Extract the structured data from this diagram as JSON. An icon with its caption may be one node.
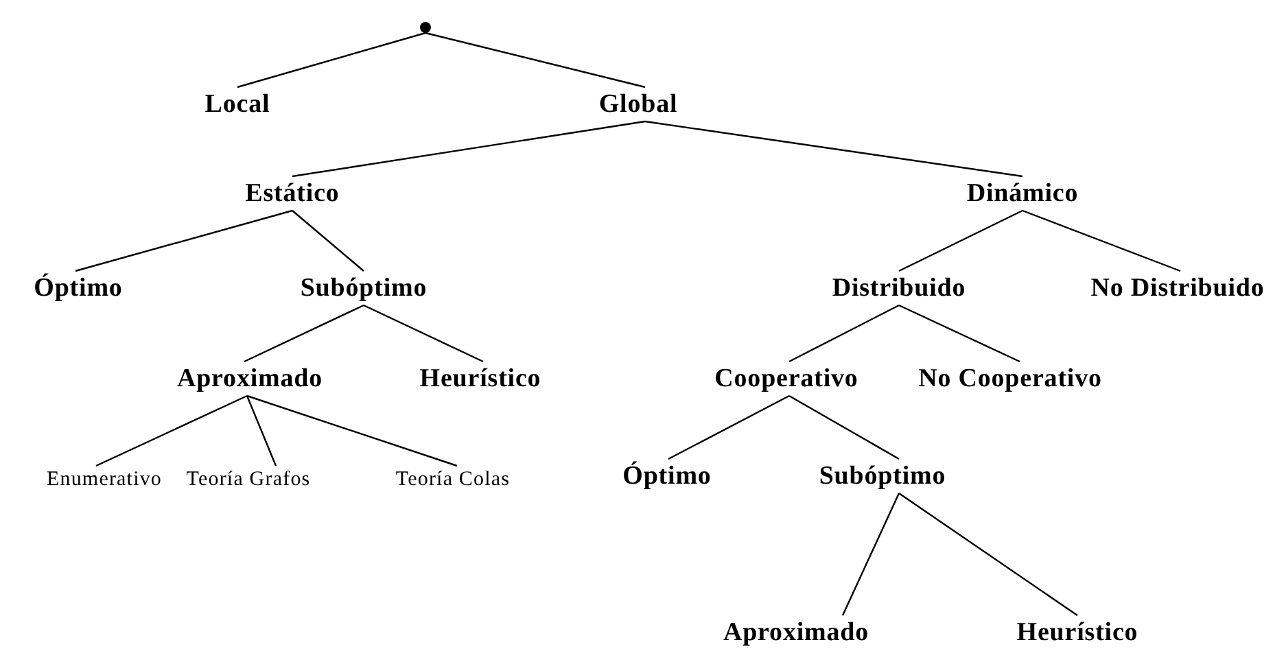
{
  "diagram": {
    "nodes": [
      {
        "text": [],
        "shape": "circle"
      },
      {
        "text": [
          "Local"
        ]
      },
      {
        "text": [
          "Global"
        ]
      },
      {
        "text": [
          "Estático"
        ]
      },
      {
        "text": [
          "Dinámico"
        ]
      },
      {
        "text": [
          "Óptimo"
        ]
      },
      {
        "text": [
          "Subóptimo"
        ]
      },
      {
        "text": [
          "Distribuido"
        ]
      },
      {
        "text": [
          "No Distribuido"
        ]
      },
      {
        "text": [
          "Aproximado"
        ]
      },
      {
        "text": [
          "Heurístico"
        ]
      },
      {
        "text": [
          "Cooperativo"
        ]
      },
      {
        "text": [
          "No Cooperativo"
        ]
      },
      {
        "text": [
          "Enumerativo"
        ]
      },
      {
        "text": [
          "Teoría Grafos"
        ]
      },
      {
        "text": [
          "Teoría Colas"
        ]
      },
      {
        "text": [
          "Óptimo"
        ]
      },
      {
        "text": [
          "Subóptimo"
        ]
      },
      {
        "text": [
          "Aproximado"
        ]
      },
      {
        "text": [
          "Heurístico"
        ]
      }
    ],
    "edges": [
      {
        "from": 0,
        "to": 1,
        "arrow": "none"
      },
      {
        "from": 0,
        "to": 2,
        "arrow": "none"
      },
      {
        "from": 2,
        "to": 3,
        "arrow": "none"
      },
      {
        "from": 2,
        "to": 4,
        "arrow": "none"
      },
      {
        "from": 3,
        "to": 5,
        "arrow": "none"
      },
      {
        "from": 3,
        "to": 6,
        "arrow": "none"
      },
      {
        "from": 4,
        "to": 7,
        "arrow": "none"
      },
      {
        "from": 4,
        "to": 8,
        "arrow": "none"
      },
      {
        "from": 6,
        "to": 9,
        "arrow": "none"
      },
      {
        "from": 6,
        "to": 10,
        "arrow": "none"
      },
      {
        "from": 7,
        "to": 11,
        "arrow": "none"
      },
      {
        "from": 7,
        "to": 12,
        "arrow": "none"
      },
      {
        "from": 9,
        "to": 13,
        "arrow": "none"
      },
      {
        "from": 9,
        "to": 14,
        "arrow": "none"
      },
      {
        "from": 9,
        "to": 15,
        "arrow": "none"
      },
      {
        "from": 11,
        "to": 16,
        "arrow": "none"
      },
      {
        "from": 11,
        "to": 17,
        "arrow": "none"
      },
      {
        "from": 17,
        "to": 18,
        "arrow": "none"
      },
      {
        "from": 17,
        "to": 19,
        "arrow": "none"
      }
    ]
  }
}
